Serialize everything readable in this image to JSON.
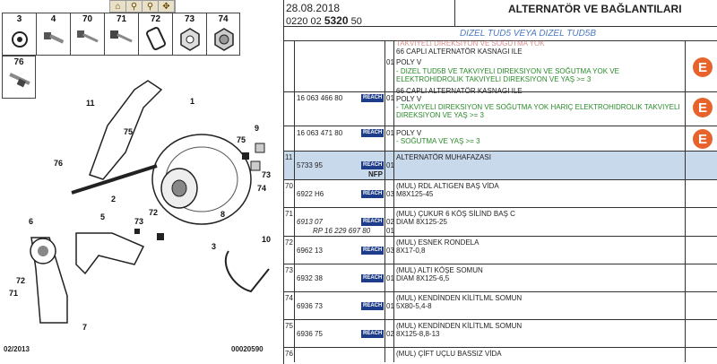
{
  "toolbar": {
    "tools": [
      "home-icon",
      "zoom-in-icon",
      "zoom-out-icon",
      "move-icon"
    ]
  },
  "part_tiles": [
    "3",
    "4",
    "70",
    "71",
    "72",
    "73",
    "74"
  ],
  "part_tile_76": "76",
  "diagram_labels": [
    "11",
    "1",
    "9",
    "75",
    "75",
    "74",
    "73",
    "76",
    "2",
    "72",
    "8",
    "6",
    "5",
    "73",
    "3",
    "10",
    "72",
    "71",
    "7"
  ],
  "footer": {
    "left": "02/2013",
    "right": "00020590"
  },
  "header": {
    "date": "28.08.2018",
    "code_prefix": "0220 02 ",
    "code_bold": "5320",
    "code_suffix": " 50",
    "title": "ALTERNATÖR VE BAĞLANTILARI"
  },
  "subtitle": "DIZEL TUD5 VEYA DIZEL TUD5B",
  "reach_label": "REACH",
  "rows": [
    {
      "idx": "",
      "ref": "",
      "qty": "01",
      "lines": [
        "TAKVIYELI DIREKSIYON VE SOĞUTMA YOK",
        "66 CAPLI ALTERNATÖR KASNAGI ILE",
        "POLY V",
        "- DIZEL TUD5B VE TAKVIYELI DIREKSIYON VE SOĞUTMA YOK VE",
        "  ELEKTROHIDROLIK TAKVIYELI DIREKSIYON VE YAŞ >= 3"
      ],
      "has_reach": false
    },
    {
      "idx": "",
      "ref": "16 063 466 80",
      "qty": "01",
      "lines": [
        "66 CAPLI ALTERNATÖR KASNAGI ILE",
        "POLY V",
        "- TAKVIYELI DIREKSIYON VE SOĞUTMA YOK HARIÇ ELEKTROHIDROLIK TAKVIYELI",
        "  DIREKSIYON VE YAŞ >= 3"
      ],
      "has_reach": true
    },
    {
      "idx": "",
      "ref": "16 063 471 80",
      "qty": "01",
      "lines": [
        "POLY V",
        "- SOĞUTMA VE YAŞ >= 3"
      ],
      "has_reach": true
    },
    {
      "idx": "11",
      "ref": "5733 95",
      "nfp": "NFP",
      "qty": "01",
      "lines": [
        "ALTERNATÖR MUHAFAZASI"
      ],
      "has_reach": true
    },
    {
      "idx": "70",
      "ref": "6922 H6",
      "qty": "03",
      "lines": [
        "(MUL) RDL ALTIGEN BAŞ VİDA",
        "M8X125-45"
      ],
      "has_reach": true
    },
    {
      "idx": "71",
      "ref": "6913 07",
      "ref2": "RP 16 229 697 80",
      "qty": "02",
      "qty2": "01",
      "lines": [
        "(MUL) ÇUKUR 6 KÖŞ SİLİND BAŞ C",
        "DIAM 8X125-25"
      ],
      "has_reach": true
    },
    {
      "idx": "72",
      "ref": "6962 13",
      "qty": "03",
      "lines": [
        "(MUL) ESNEK RONDELA",
        "8X17-0,8"
      ],
      "has_reach": true
    },
    {
      "idx": "73",
      "ref": "6932 38",
      "qty": "01",
      "lines": [
        "(MUL) ALTI KÖŞE SOMUN",
        "DIAM 8X125-6,5"
      ],
      "has_reach": true
    },
    {
      "idx": "74",
      "ref": "6936 73",
      "qty": "01",
      "lines": [
        "(MUL) KENDİNDEN KİLİTLML SOMUN",
        "5X80-5,4-8"
      ],
      "has_reach": true
    },
    {
      "idx": "75",
      "ref": "6936 75",
      "qty": "02",
      "lines": [
        "(MUL) KENDİNDEN KİLİTLML SOMUN",
        "8X125-8,8-13"
      ],
      "has_reach": true
    },
    {
      "idx": "76",
      "ref": "",
      "qty": "",
      "lines": [
        "(MUL) ÇİFT UÇLU BASSIZ VİDA"
      ],
      "has_reach": false
    }
  ],
  "badge_letter": "E"
}
